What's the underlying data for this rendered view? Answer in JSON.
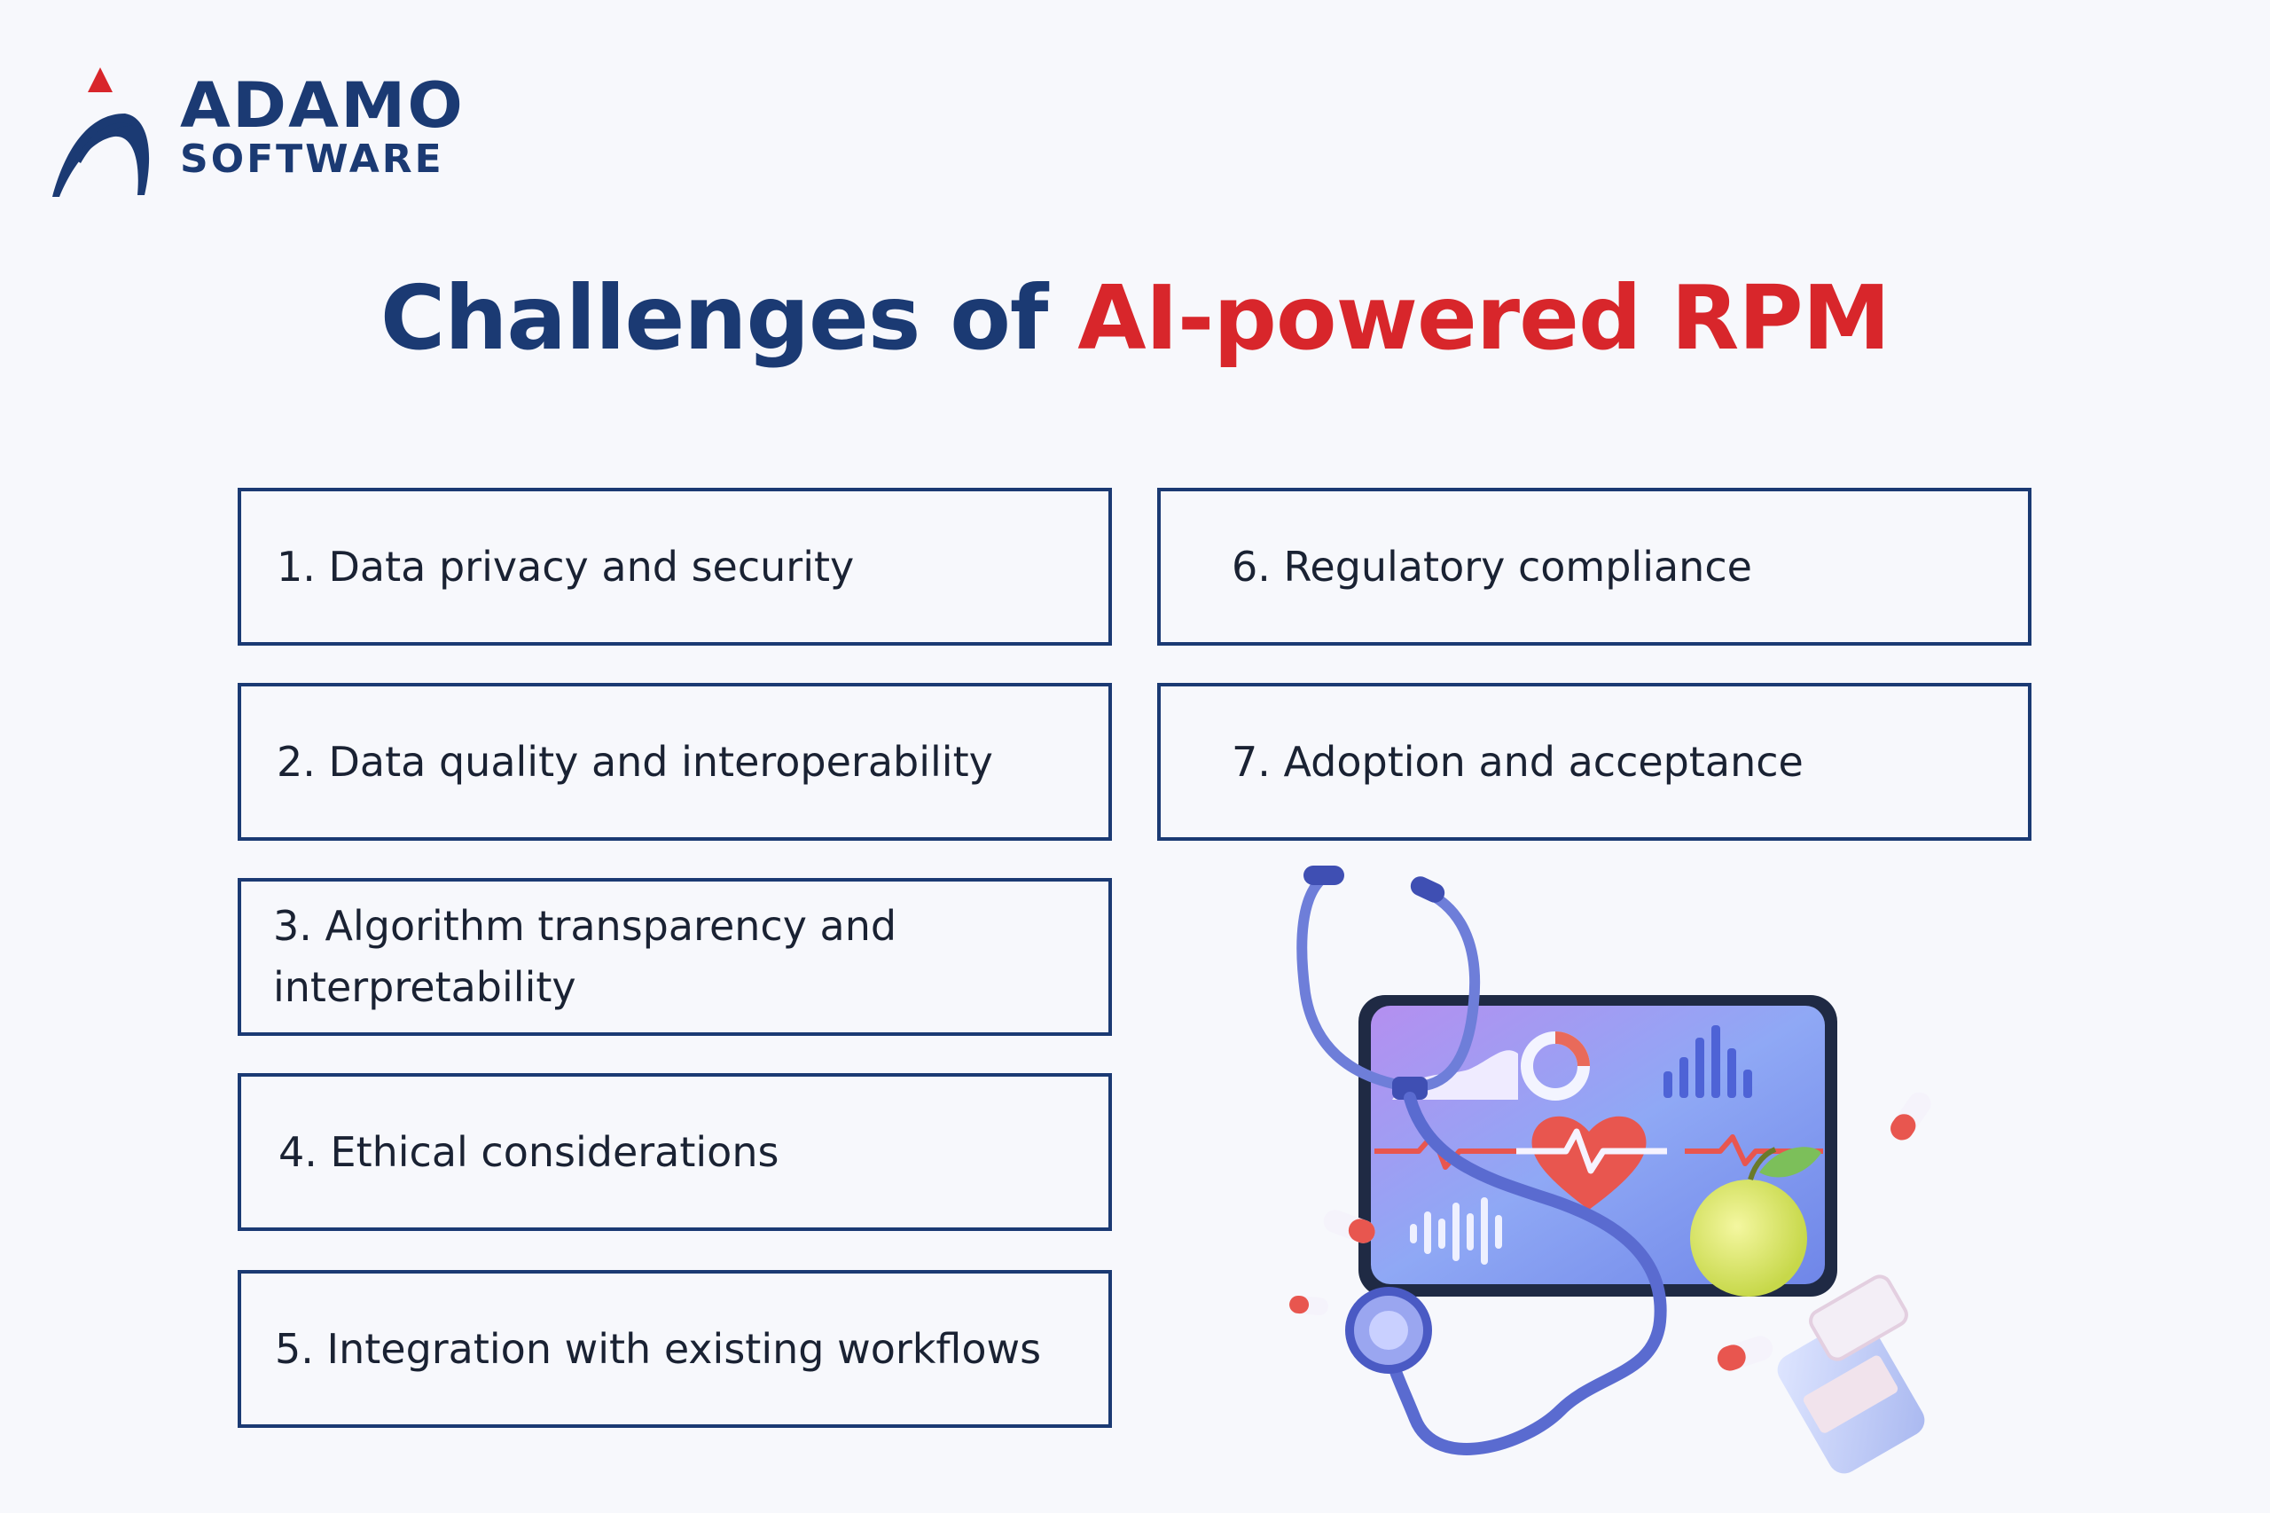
{
  "logo": {
    "line1": "ADAMO",
    "line2": "SOFTWARE"
  },
  "title": {
    "part1": "Challenges of ",
    "part2": "AI-powered RPM"
  },
  "challenges": [
    "1. Data privacy and security",
    "2. Data quality and interoperability",
    "3. Algorithm transparency and interpretability",
    "4. Ethical considerations",
    "5. Integration with existing workflows",
    "6. Regulatory compliance",
    "7. Adoption and acceptance"
  ],
  "colors": {
    "navy": "#1b3a73",
    "red": "#d8262b",
    "background": "#f7f8fc"
  },
  "illustration": {
    "icons": [
      "stethoscope-icon",
      "tablet-monitor-icon",
      "heart-icon",
      "apple-icon",
      "pill-capsule-icon",
      "pill-bottle-icon"
    ]
  }
}
